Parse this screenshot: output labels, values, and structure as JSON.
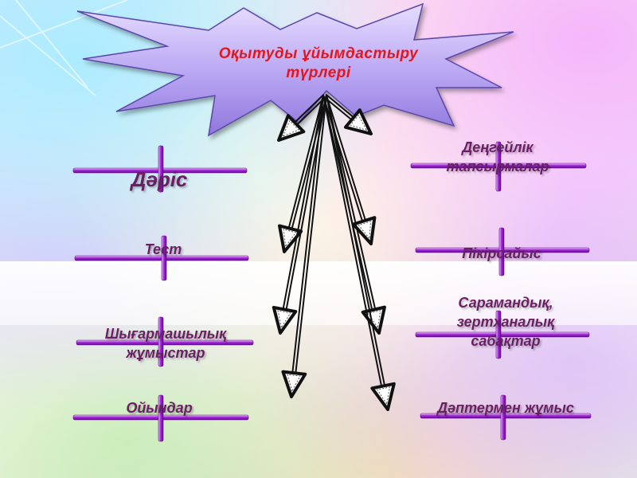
{
  "center": {
    "title": "Оқытуды ұйымдастыру түрлері"
  },
  "left_items": [
    {
      "label": "Дәріс"
    },
    {
      "label": "Тест"
    },
    {
      "label": "Шығармашылық жұмыстар"
    },
    {
      "label": "Ойындар"
    }
  ],
  "right_items": [
    {
      "label": "Деңгейлік тапсырмалар"
    },
    {
      "label": "Пікірсайыс"
    },
    {
      "label": "Сарамандық, зертханалық сабақтар"
    },
    {
      "label": "Дәптермен жұмыс"
    }
  ],
  "colors": {
    "burst_fill": "#a48ee8",
    "title_text": "#e8141b",
    "cross_bar": "#9b1fd0",
    "label_text": "#6a1f64"
  }
}
